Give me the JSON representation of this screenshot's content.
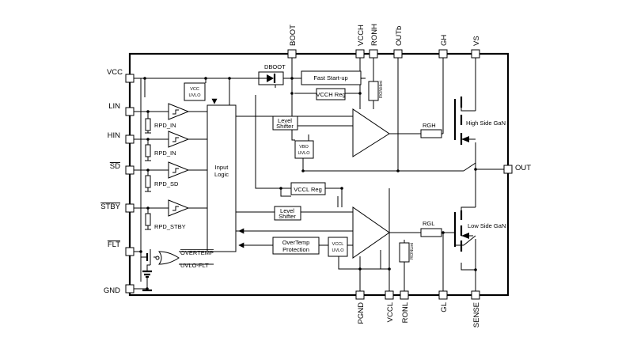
{
  "pins": {
    "left": [
      "VCC",
      "LIN",
      "HIN",
      "SD",
      "STBY",
      "FLT",
      "GND"
    ],
    "top": [
      "BOOT",
      "VCCH",
      "RONH",
      "OUTb",
      "GH",
      "VS"
    ],
    "bottom": [
      "PGND",
      "VCCL",
      "RONL",
      "GL",
      "SENSE"
    ],
    "right": "OUT"
  },
  "blocks": {
    "dboot": "DBOOT",
    "fast_startup": "Fast Start-up",
    "vcch_reg": "VCCH Reg",
    "vccl_reg": "VCCL Reg",
    "vcc_uvlo": [
      "VCC",
      "UVLO"
    ],
    "vbo_uvlo": [
      "VBO",
      "UVLO"
    ],
    "vccl_uvlo": [
      "VCCL",
      "UVLO"
    ],
    "input_logic": [
      "Input",
      "Logic"
    ],
    "level_shifter": [
      "Level",
      "Shifter"
    ],
    "overtemp_protection": [
      "OverTemp",
      "Protection"
    ]
  },
  "resistors": {
    "rpd_lin": "RPD_IN",
    "rpd_hin": "RPD_IN",
    "rpd_sd": "RPD_SD",
    "rpd_stby": "RPD_STBY",
    "rg_h": "RGH",
    "rg_l": "RGL",
    "ron_h": "RONHint",
    "ron_l": "RONLint"
  },
  "signals": {
    "overtemp": "OVERTEMP",
    "uvlo_flt": "UVLO-FLT"
  },
  "transistors": {
    "high_side": "High Side GaN",
    "low_side": "Low Side GaN"
  }
}
